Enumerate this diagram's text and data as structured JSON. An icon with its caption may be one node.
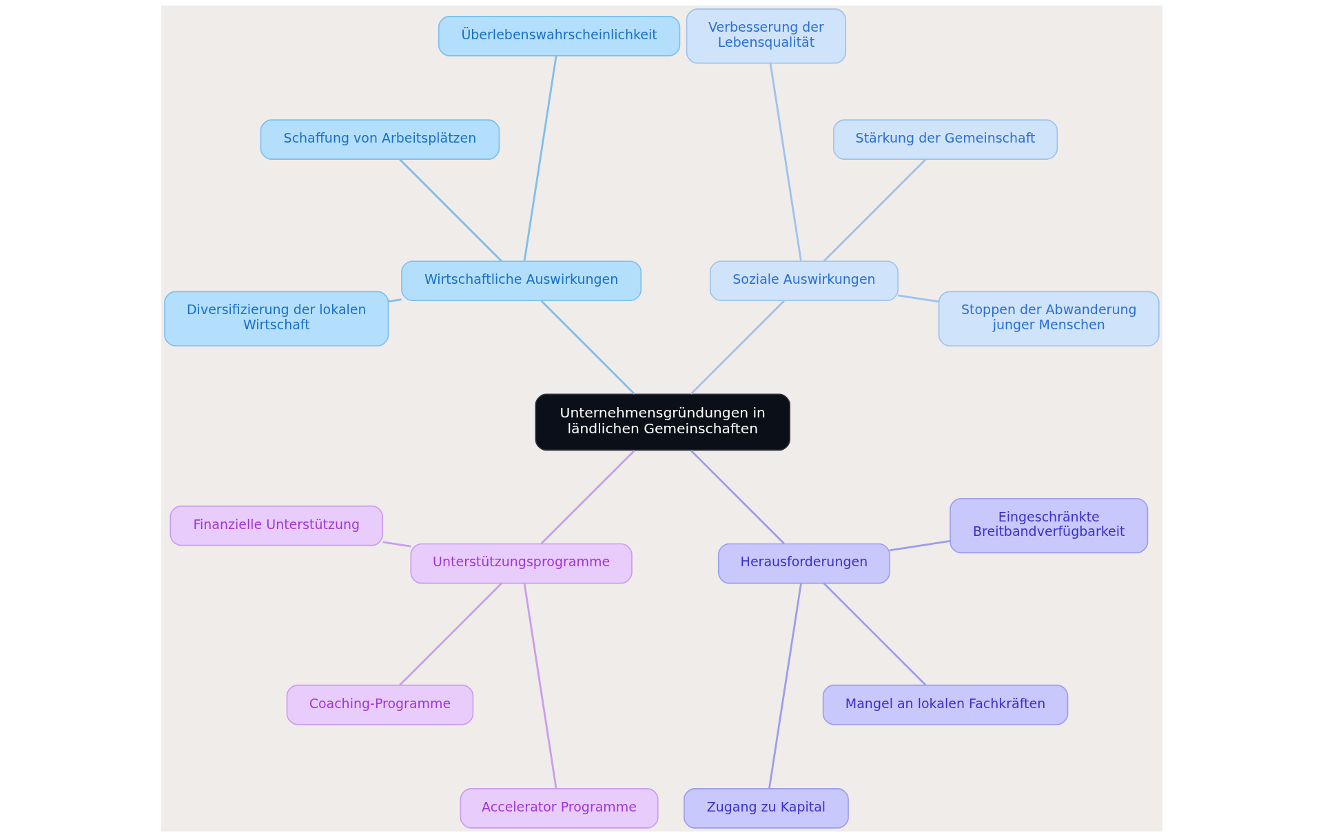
{
  "diagram": {
    "nodes": [
      {
        "text": [
          "Unternehmensgründungen in ländlichen Gemeinschaften"
        ]
      },
      {
        "text": [
          "Wirtschaftliche Auswirkungen"
        ]
      },
      {
        "text": [
          "Schaffung von Arbeitsplätzen"
        ]
      },
      {
        "text": [
          "Überlebenswahrscheinlichkeit"
        ]
      },
      {
        "text": [
          "Diversifizierung der lokalen Wirtschaft"
        ]
      },
      {
        "text": [
          "Soziale Auswirkungen"
        ]
      },
      {
        "text": [
          "Verbesserung der Lebensqualität"
        ]
      },
      {
        "text": [
          "Stärkung der Gemeinschaft"
        ]
      },
      {
        "text": [
          "Stoppen der Abwanderung junger Menschen"
        ]
      },
      {
        "text": [
          "Unterstützungsprogramme"
        ]
      },
      {
        "text": [
          "Finanzielle Unterstützung"
        ]
      },
      {
        "text": [
          "Coaching-Programme"
        ]
      },
      {
        "text": [
          "Accelerator Programme"
        ]
      },
      {
        "text": [
          "Herausforderungen"
        ]
      },
      {
        "text": [
          "Eingeschränkte Breitbandverfügbarkeit"
        ]
      },
      {
        "text": [
          "Mangel an lokalen Fachkräften"
        ]
      },
      {
        "text": [
          "Zugang zu Kapital"
        ]
      }
    ],
    "edges": [
      {
        "from": 0,
        "to": 1,
        "arrow": "none",
        "color": "#7cbfee"
      },
      {
        "from": 1,
        "to": 2,
        "arrow": "none",
        "color": "#7cbfee"
      },
      {
        "from": 1,
        "to": 3,
        "arrow": "none",
        "color": "#7cbfee"
      },
      {
        "from": 1,
        "to": 4,
        "arrow": "none",
        "color": "#7cbfee"
      },
      {
        "from": 0,
        "to": 5,
        "arrow": "none",
        "color": "#9cc2f0"
      },
      {
        "from": 5,
        "to": 6,
        "arrow": "none",
        "color": "#9cc2f0"
      },
      {
        "from": 5,
        "to": 7,
        "arrow": "none",
        "color": "#9cc2f0"
      },
      {
        "from": 5,
        "to": 8,
        "arrow": "none",
        "color": "#9cc2f0"
      },
      {
        "from": 0,
        "to": 9,
        "arrow": "none",
        "color": "#c99cf0"
      },
      {
        "from": 9,
        "to": 10,
        "arrow": "none",
        "color": "#c99cf0"
      },
      {
        "from": 9,
        "to": 11,
        "arrow": "none",
        "color": "#c99cf0"
      },
      {
        "from": 9,
        "to": 12,
        "arrow": "none",
        "color": "#c99cf0"
      },
      {
        "from": 0,
        "to": 13,
        "arrow": "none",
        "color": "#9c9cf0"
      },
      {
        "from": 13,
        "to": 14,
        "arrow": "none",
        "color": "#9c9cf0"
      },
      {
        "from": 13,
        "to": 15,
        "arrow": "none",
        "color": "#9c9cf0"
      },
      {
        "from": 13,
        "to": 16,
        "arrow": "none",
        "color": "#9c9cf0"
      }
    ]
  }
}
